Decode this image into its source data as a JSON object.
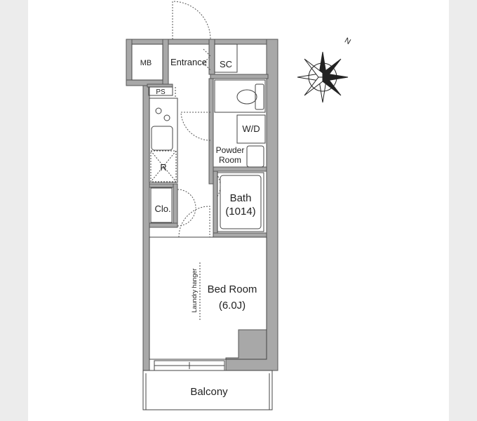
{
  "floorplan": {
    "rooms": {
      "mb": "MB",
      "entrance": "Entrance",
      "sc": "SC",
      "ps": "PS",
      "wd": "W/D",
      "powder_line1": "Powder",
      "powder_line2": "Room",
      "refrigerator": "R",
      "bath": "Bath",
      "bath_size": "(1014)",
      "closet": "Clo.",
      "laundry": "Laundry hanger",
      "bedroom": "Bed Room",
      "bedroom_size": "(6.0J)",
      "balcony": "Balcony"
    },
    "compass": {
      "north": "N"
    }
  }
}
